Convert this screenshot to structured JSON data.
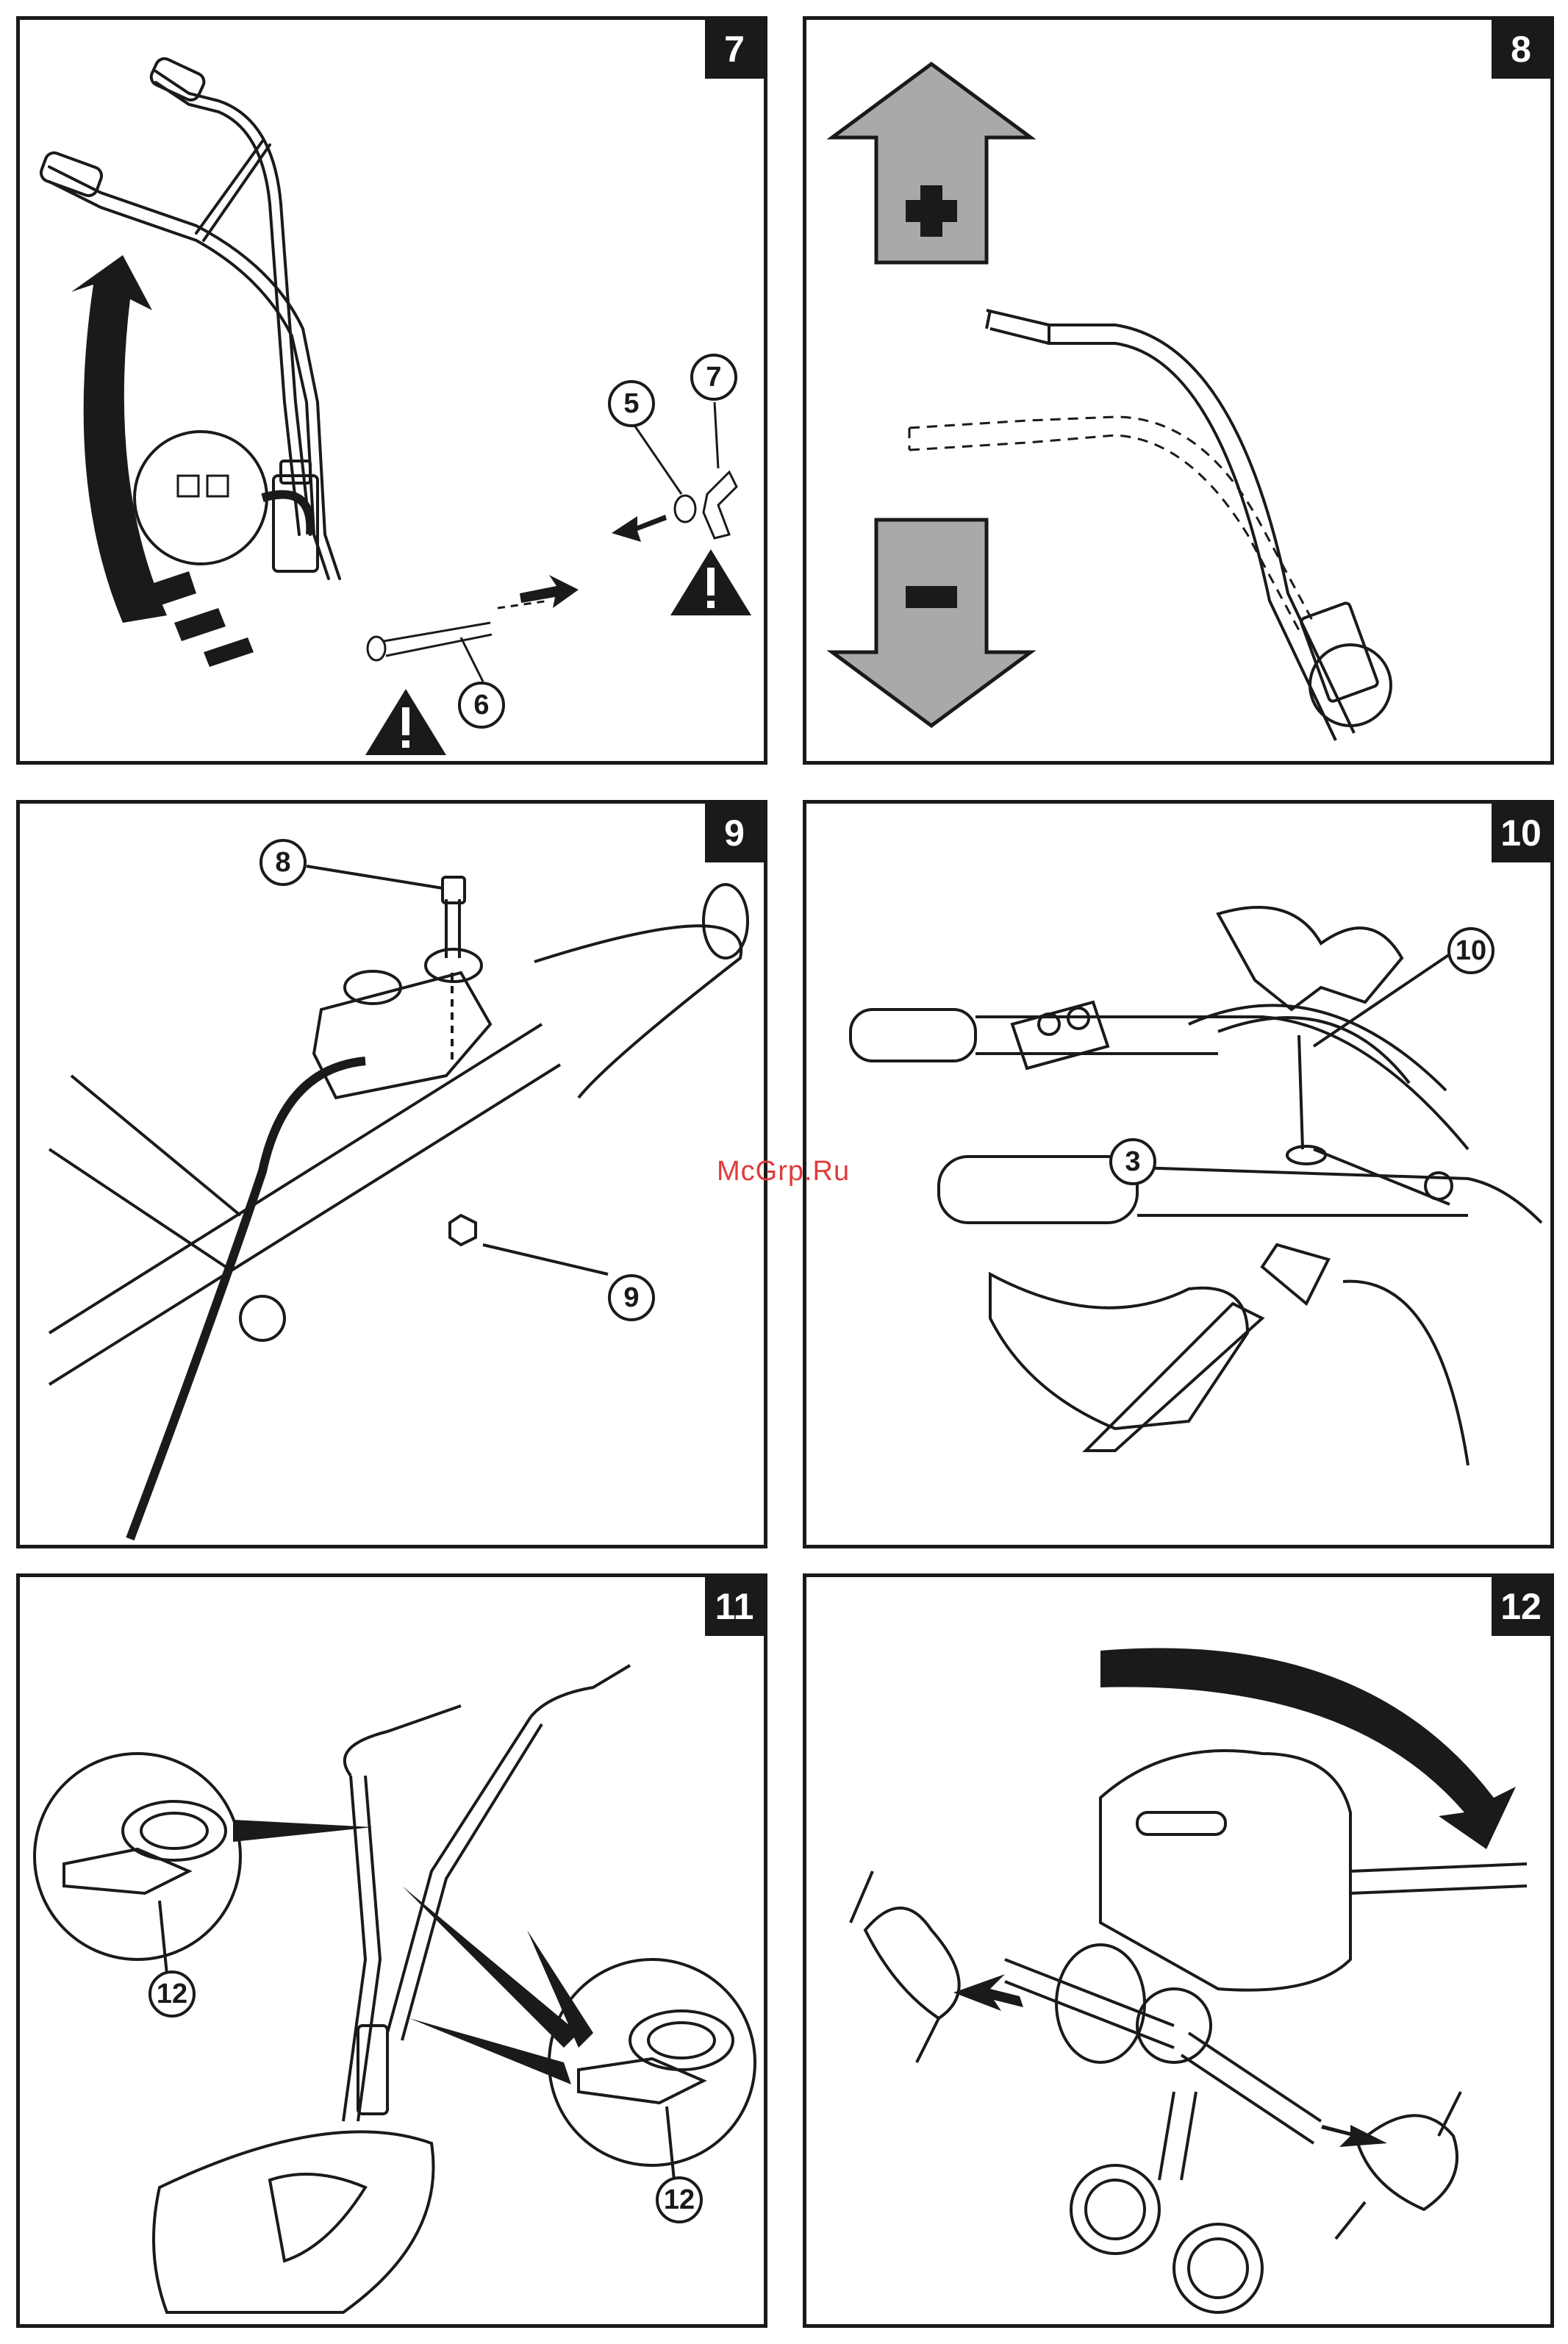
{
  "panels": [
    {
      "number": "7",
      "callouts": [
        "5",
        "7",
        "6"
      ]
    },
    {
      "number": "8",
      "callouts": []
    },
    {
      "number": "9",
      "callouts": [
        "8",
        "9"
      ]
    },
    {
      "number": "10",
      "callouts": [
        "10",
        "3"
      ]
    },
    {
      "number": "11",
      "callouts": [
        "12",
        "12"
      ]
    },
    {
      "number": "12",
      "callouts": []
    }
  ],
  "watermark": "McGrp.Ru",
  "colors": {
    "ink": "#1a1a1a",
    "arrow_fill": "#a9a9a9",
    "watermark": "#e23a3a"
  },
  "icons": {
    "warning": "warning-triangle-icon",
    "plus": "plus-arrow-icon",
    "minus": "minus-arrow-icon"
  }
}
